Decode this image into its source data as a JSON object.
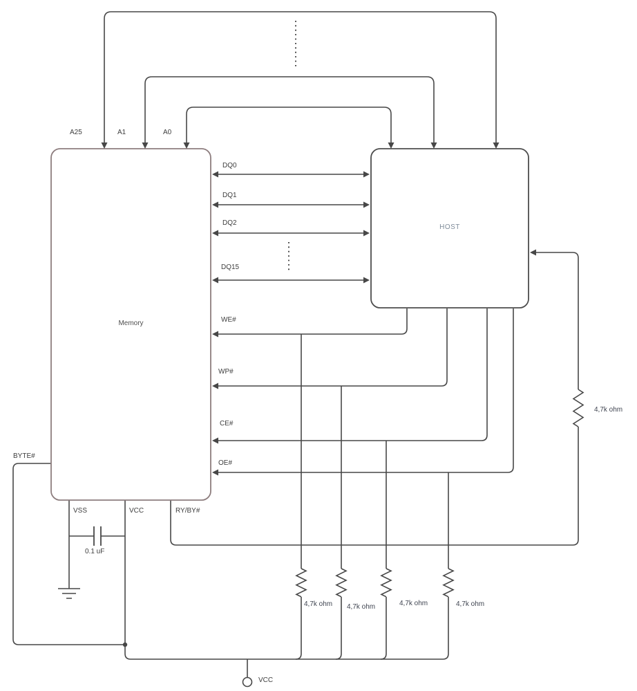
{
  "diagram": {
    "blocks": {
      "memory": {
        "label": "Memory"
      },
      "host": {
        "label": "HOST"
      }
    },
    "address_lines": [
      {
        "label": "A25"
      },
      {
        "label": "A1"
      },
      {
        "label": "A0"
      }
    ],
    "data_lines": [
      {
        "label": "DQ0"
      },
      {
        "label": "DQ1"
      },
      {
        "label": "DQ2"
      },
      {
        "label": "DQ15"
      }
    ],
    "control_lines": [
      {
        "label": "WE#"
      },
      {
        "label": "WP#"
      },
      {
        "label": "CE#"
      },
      {
        "label": "OE#"
      }
    ],
    "pins": {
      "byte": "BYTE#",
      "vss": "VSS",
      "vcc": "VCC",
      "ryby": "RY/BY#"
    },
    "capacitor": {
      "label": "0.1 uF"
    },
    "resistors": [
      {
        "label": "4,7k ohm"
      },
      {
        "label": "4,7k ohm"
      },
      {
        "label": "4,7k ohm"
      },
      {
        "label": "4,7k ohm"
      },
      {
        "label": "4,7k ohm"
      }
    ],
    "power_terminal": {
      "label": "VCC"
    }
  },
  "colors": {
    "wire": "#474747",
    "memory_border": "#8d7d7e",
    "host_border": "#4d4d4d",
    "text": "#3d3d3d",
    "host_text": "#7e8b99",
    "resistor_text": "#3f4450",
    "background": "#ffffff"
  }
}
